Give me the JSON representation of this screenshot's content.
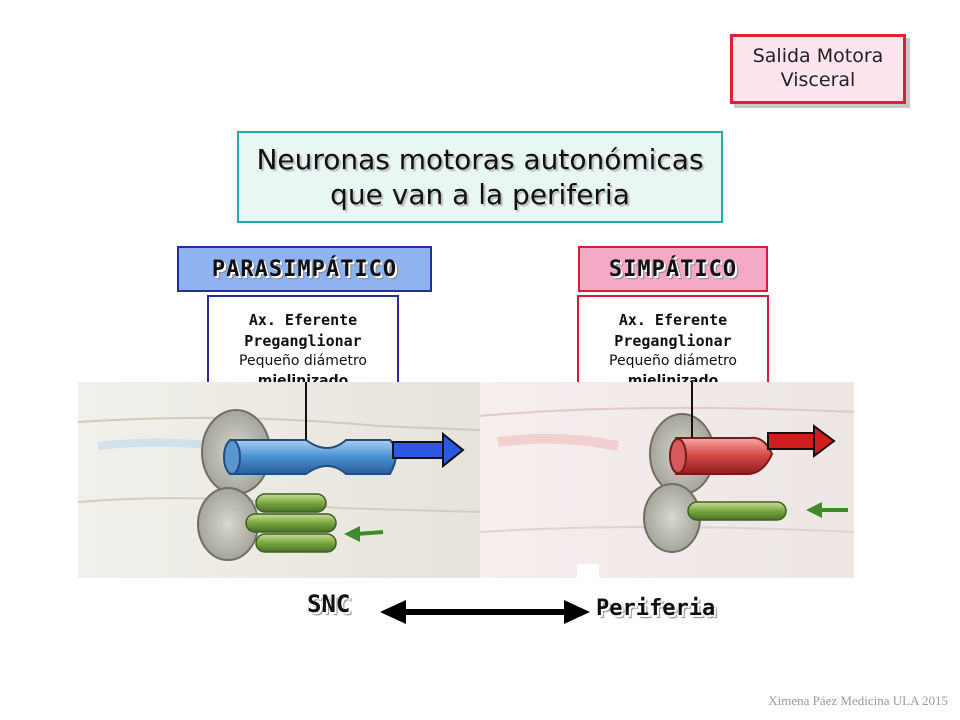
{
  "badge": {
    "line1": "Salida Motora",
    "line2": "Visceral"
  },
  "title": {
    "line1": "Neuronas motoras autonómicas",
    "line2": "que van a la periferia"
  },
  "parasympathetic": {
    "label": "PARASIMPÁTICO",
    "info": {
      "line1": "Ax. Eferente",
      "line2": "Preganglionar",
      "line3": "Pequeño diámetro",
      "line4": "mielinizado"
    }
  },
  "sympathetic": {
    "label": "SIMPÁTICO",
    "info": {
      "line1": "Ax. Eferente",
      "line2": "Preganglionar",
      "line3": "Pequeño diámetro",
      "line4": "mielinizado"
    }
  },
  "axis": {
    "left": "SNC",
    "right": "Periferia"
  },
  "credit": "Ximena Páez Medicina ULA 2015",
  "colors": {
    "badge_border": "#e0203a",
    "title_border": "#2aa6a6",
    "parasympathetic_fill": "#8fb3f0",
    "parasympathetic_border": "#2b2b9a",
    "sympathetic_fill": "#f4aac6",
    "sympathetic_border": "#d21d3c",
    "axon_blue": "#3f7fc4",
    "axon_red": "#d23a3a",
    "axon_green": "#7aa63e"
  },
  "icons": [
    "efferent-arrow-blue-icon",
    "efferent-arrow-red-icon",
    "afferent-arrow-green-icon",
    "double-headed-arrow-icon"
  ]
}
